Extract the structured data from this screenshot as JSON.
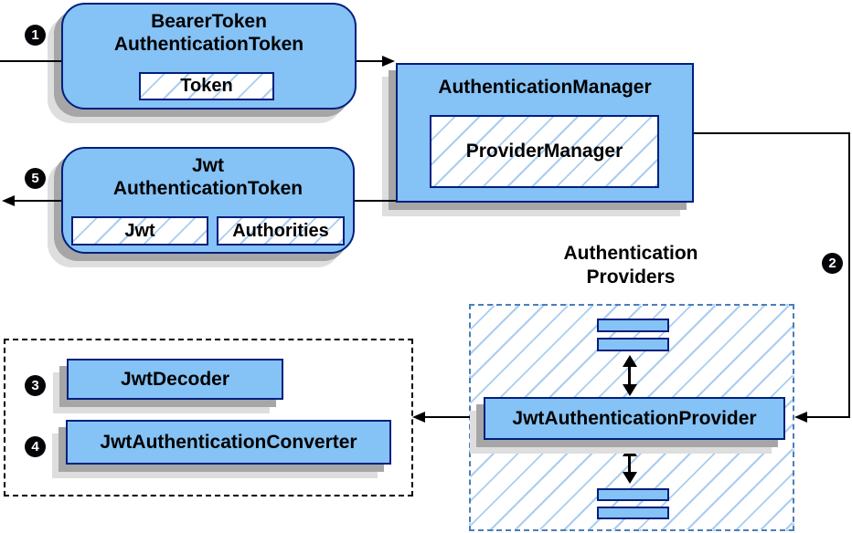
{
  "nodes": {
    "bearer": {
      "line1": "BearerToken",
      "line2": "AuthenticationToken",
      "chip": "Token"
    },
    "manager": {
      "title": "AuthenticationManager",
      "inner": "ProviderManager"
    },
    "jwt_token": {
      "line1": "Jwt",
      "line2": "AuthenticationToken",
      "chip_jwt": "Jwt",
      "chip_authorities": "Authorities"
    },
    "providers": {
      "label_line1": "Authentication",
      "label_line2": "Providers",
      "provider": "JwtAuthenticationProvider"
    },
    "decoder": {
      "title": "JwtDecoder"
    },
    "converter": {
      "title": "JwtAuthenticationConverter"
    }
  },
  "steps": {
    "one": "1",
    "two": "2",
    "three": "3",
    "four": "4",
    "five": "5"
  },
  "colors": {
    "node_fill": "#85C2F5",
    "node_border": "#001F7D",
    "hatch_line": "#A9CDF0",
    "providers_dash_border": "#4A7EBB",
    "shadow_dark": "#A6A6A6",
    "shadow_light": "#DEDEDE",
    "connector": "#000000",
    "badge_bg": "#050509",
    "badge_text": "#FFFFFF"
  }
}
